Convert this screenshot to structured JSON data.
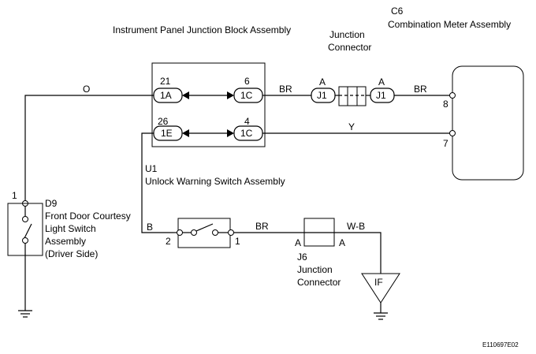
{
  "labels": {
    "ipjb_title": "Instrument Panel Junction Block Assembly",
    "c6_code": "C6",
    "c6_title": "Combination Meter Assembly",
    "jc_top_line1": "Junction",
    "jc_top_line2": "Connector",
    "u1_code": "U1",
    "u1_title": "Unlock Warning Switch Assembly",
    "d9_code": "D9",
    "d9_line1": "Front Door Courtesy",
    "d9_line2": "Light Switch",
    "d9_line3": "Assembly",
    "d9_line4": "(Driver Side)",
    "j6_code": "J6",
    "j6_line1": "Junction",
    "j6_line2": "Connector",
    "figure_id": "E110697E02"
  },
  "connectors": {
    "c_1a": "1A",
    "c_1c_top": "1C",
    "c_1e": "1E",
    "c_1c_bot": "1C",
    "c_j1_left": "J1",
    "c_j1_right": "J1",
    "ground_if": "IF"
  },
  "pins": {
    "p21": "21",
    "p6": "6",
    "p26": "26",
    "p4": "4",
    "p8": "8",
    "p7": "7",
    "d9_pin": "1",
    "u1_pin2": "2",
    "u1_pin1": "1",
    "j1_left_a": "A",
    "j1_right_a": "A",
    "j6_left_a": "A",
    "j6_right_a": "A"
  },
  "wire_colors": {
    "w_o": "O",
    "w_br_top_left": "BR",
    "w_br_top_right": "BR",
    "w_y": "Y",
    "w_b": "B",
    "w_br_bottom": "BR",
    "w_wb": "W-B"
  }
}
